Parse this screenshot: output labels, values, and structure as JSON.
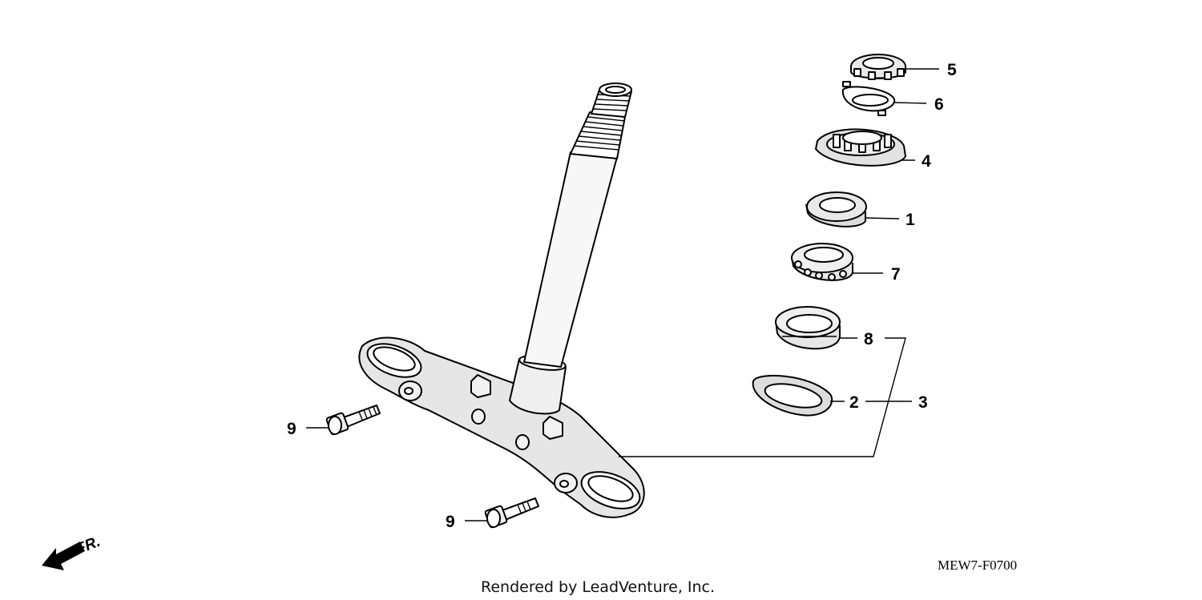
{
  "diagram_code": "MEW7-F0700",
  "credit": "Rendered by LeadVenture, Inc.",
  "front_label": "FR.",
  "callouts": {
    "c1": "1",
    "c2": "2",
    "c3": "3",
    "c4": "4",
    "c5": "5",
    "c6": "6",
    "c7": "7",
    "c8": "8",
    "c9a": "9",
    "c9b": "9"
  },
  "colors": {
    "line": "#000000",
    "fill": "#ffffff",
    "shade": "#d9d9d9"
  }
}
